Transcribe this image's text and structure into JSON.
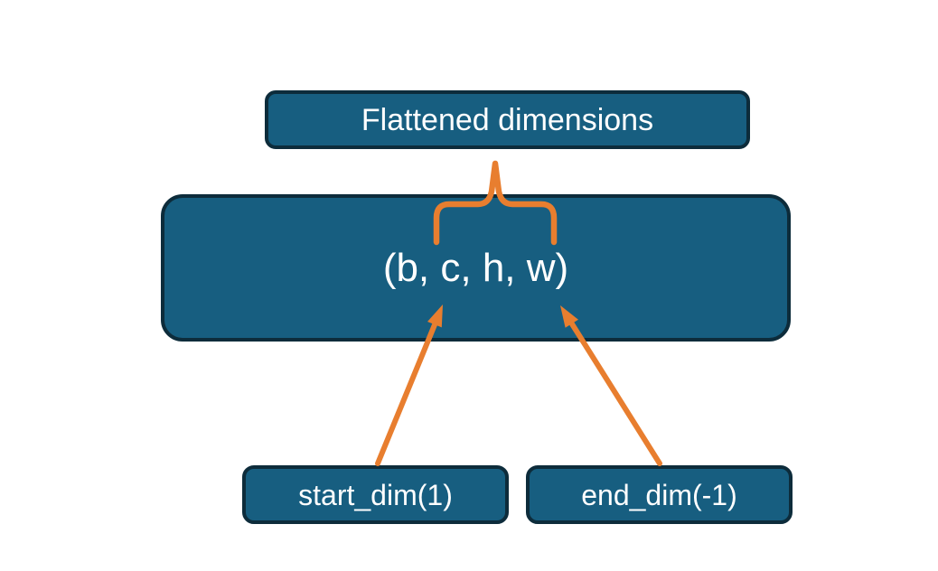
{
  "diagram": {
    "title_box": {
      "label": "Flattened dimensions"
    },
    "tensor_box": {
      "label": "(b, c, h, w)"
    },
    "start_dim_box": {
      "label": "start_dim(1)"
    },
    "end_dim_box": {
      "label": "end_dim(-1)"
    }
  },
  "colors": {
    "node-fill": "#175e80",
    "node-border": "#0d2c3b",
    "connector": "#e87e2f",
    "text": "#ffffff",
    "background": "#ffffff"
  }
}
